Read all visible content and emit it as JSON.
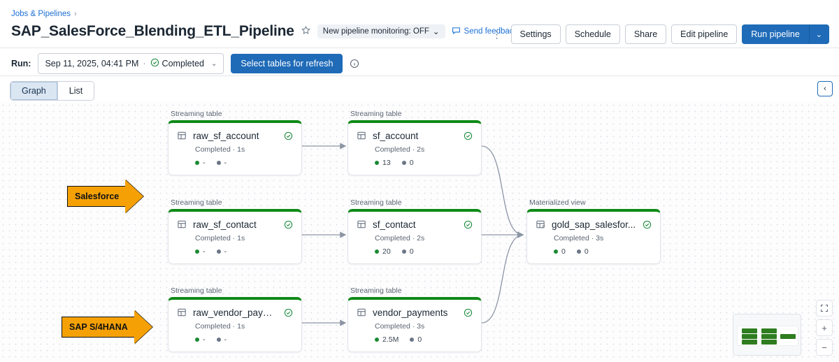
{
  "breadcrumb": {
    "root": "Jobs & Pipelines",
    "separator": "›"
  },
  "header": {
    "title": "SAP_SalesForce_Blending_ETL_Pipeline",
    "star_icon": "star-icon",
    "monitoring_pill": "New pipeline monitoring: OFF",
    "monitoring_caret": "⌄",
    "feedback_label": "Send feedback",
    "kebab": "⋮"
  },
  "actions": {
    "settings": "Settings",
    "schedule": "Schedule",
    "share": "Share",
    "edit_pipeline": "Edit pipeline",
    "run_pipeline": "Run pipeline",
    "run_caret": "⌄"
  },
  "runbar": {
    "label": "Run:",
    "timestamp": "Sep 11, 2025, 04:41 PM",
    "separator": "·",
    "status": "Completed",
    "caret": "⌄",
    "select_tables": "Select tables for refresh"
  },
  "tabs": {
    "graph": "Graph",
    "list": "List",
    "active": "Graph"
  },
  "collapse_button": "‹",
  "callouts": [
    {
      "label": "Salesforce"
    },
    {
      "label": "SAP S/4HANA"
    }
  ],
  "colors": {
    "accent": "#1f6bb8",
    "node_top": "#0e8a16",
    "success": "#18883a",
    "callout": "#f5a106"
  },
  "graph": {
    "nodes": [
      {
        "type": "Streaming table",
        "name": "raw_sf_account",
        "status": "Completed · 1s",
        "metric_a": "-",
        "metric_b": "-",
        "icon": "streaming-table-icon"
      },
      {
        "type": "Streaming table",
        "name": "sf_account",
        "status": "Completed · 2s",
        "metric_a": "13",
        "metric_b": "0",
        "icon": "streaming-table-icon"
      },
      {
        "type": "Streaming table",
        "name": "raw_sf_contact",
        "status": "Completed · 1s",
        "metric_a": "-",
        "metric_b": "-",
        "icon": "streaming-table-icon"
      },
      {
        "type": "Streaming table",
        "name": "sf_contact",
        "status": "Completed · 2s",
        "metric_a": "20",
        "metric_b": "0",
        "icon": "streaming-table-icon"
      },
      {
        "type": "Materialized view",
        "name": "gold_sap_salesfor...",
        "status": "Completed · 3s",
        "metric_a": "0",
        "metric_b": "0",
        "icon": "materialized-view-icon"
      },
      {
        "type": "Streaming table",
        "name": "raw_vendor_paym...",
        "status": "Completed · 1s",
        "metric_a": "-",
        "metric_b": "-",
        "icon": "streaming-table-icon"
      },
      {
        "type": "Streaming table",
        "name": "vendor_payments",
        "status": "Completed · 3s",
        "metric_a": "2.5M",
        "metric_b": "0",
        "icon": "streaming-table-icon"
      }
    ]
  },
  "minimap": {
    "fit_icon": "fit-screen-icon",
    "zoom_in": "+",
    "zoom_out": "−"
  }
}
